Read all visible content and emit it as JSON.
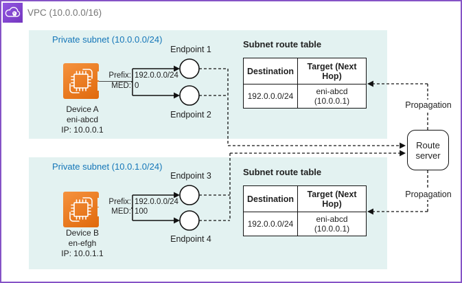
{
  "vpc": {
    "label": "VPC (10.0.0.0/16)"
  },
  "subnet1": {
    "label": "Private subnet (10.0.0.0/24)",
    "device": {
      "name": "Device A",
      "iface": "eni-abcd",
      "ip": "IP: 10.0.0.1"
    },
    "prefix_label": "Prefix:",
    "prefix_value": "192.0.0.0/24",
    "med_label": "MED:",
    "med_value": "0",
    "endpoint_top": "Endpoint 1",
    "endpoint_bottom": "Endpoint 2",
    "table": {
      "title": "Subnet route table",
      "col_destination": "Destination",
      "col_target": "Target (Next Hop)",
      "row_destination": "192.0.0.0/24",
      "row_target": "eni-abcd (10.0.0.1)"
    }
  },
  "subnet2": {
    "label": "Private subnet (10.0.1.0/24)",
    "device": {
      "name": "Device B",
      "iface": "en-efgh",
      "ip": "IP: 10.0.1.1"
    },
    "prefix_label": "Prefix:",
    "prefix_value": "192.0.0.0/24",
    "med_label": "MED:",
    "med_value": "100",
    "endpoint_top": "Endpoint 3",
    "endpoint_bottom": "Endpoint 4",
    "table": {
      "title": "Subnet route table",
      "col_destination": "Destination",
      "col_target": "Target (Next Hop)",
      "row_destination": "192.0.0.0/24",
      "row_target": "eni-abcd (10.0.0.1)"
    }
  },
  "route_server": {
    "label": "Route server"
  },
  "propagation": {
    "top_label": "Propagation",
    "bottom_label": "Propagation"
  },
  "icons": {
    "vpc": "vpc-cloud-icon",
    "subnet": "lock-icon",
    "device": "chip-icon"
  },
  "colors": {
    "vpc_border": "#8553c6",
    "vpc_icon_a": "#9257e2",
    "vpc_icon_b": "#7436bf",
    "subnet_fill": "#e3f2f1",
    "lock_fill": "#089c9c",
    "subnet_label": "#1476b8",
    "device_a": "#f5923e",
    "device_b": "#e0690b",
    "vpc_label": "#767676",
    "line": "#111111"
  }
}
